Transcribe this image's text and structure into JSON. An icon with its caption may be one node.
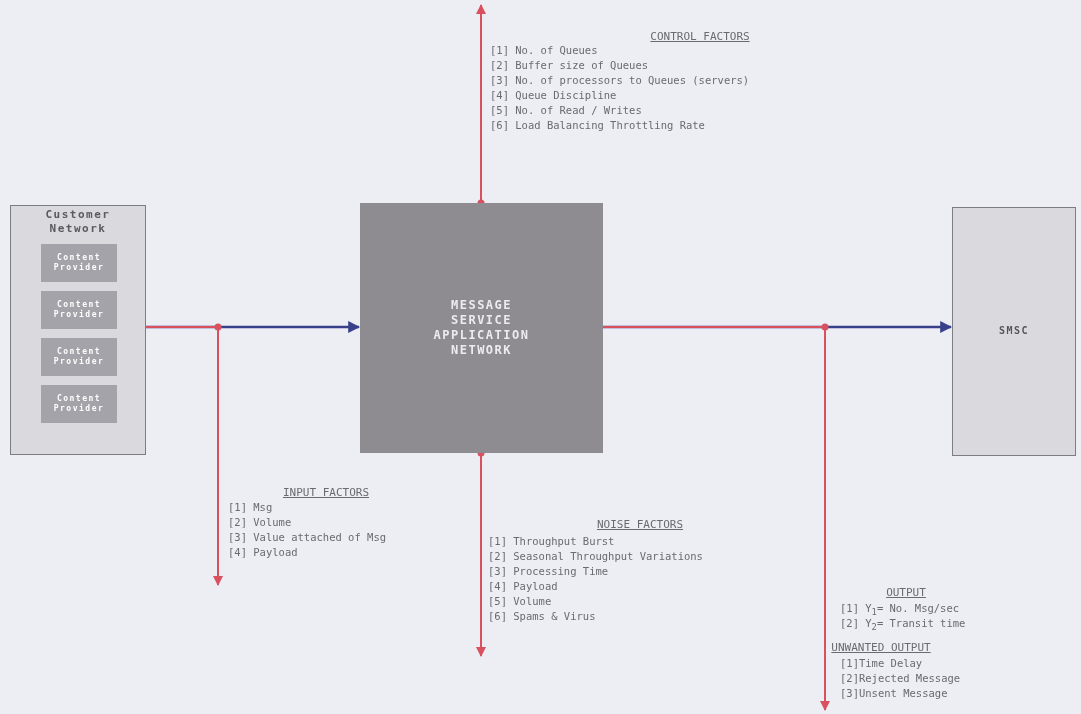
{
  "diagram": {
    "nodes": [
      {
        "text": [
          "Customer Network"
        ]
      },
      {
        "text": [
          "Content Provider"
        ],
        "in": 0
      },
      {
        "text": [
          "Content Provider"
        ],
        "in": 0
      },
      {
        "text": [
          "Content Provider"
        ],
        "in": 0
      },
      {
        "text": [
          "Content Provider"
        ],
        "in": 0
      },
      {
        "text": [
          "MESSAGE SERVICE APPLICATION NETWORK"
        ]
      },
      {
        "text": [
          "SMSC"
        ]
      }
    ],
    "edges": [
      {
        "from": 0,
        "to": 5,
        "arrow": "to",
        "color": "#39408a"
      },
      {
        "from": 5,
        "to": 6,
        "arrow": "to",
        "color": "#39408a"
      },
      {
        "from": 5,
        "to": null,
        "arrow": "to"
      },
      {
        "from": 0,
        "to": null,
        "arrow": "to"
      },
      {
        "from": 5,
        "to": null,
        "arrow": "to"
      },
      {
        "from": 5,
        "to": null,
        "arrow": "to"
      }
    ],
    "labels": [
      "CONTROL FACTORS",
      "[1] No. of Queues",
      "[2] Buffer size of Queues",
      "[3] No. of processors to Queues (servers)",
      "[4] Queue Discipline",
      "[5] No. of Read / Writes",
      "[6] Load Balancing Throttling Rate",
      "INPUT FACTORS",
      "[1] Msg",
      "[2] Volume",
      "[3] Value attached of Msg",
      "[4] Payload",
      "NOISE FACTORS",
      "[1] Throughput Burst",
      "[2] Seasonal Throughput Variations",
      "[3] Processing Time",
      "[4] Payload",
      "[5] Volume",
      "[6] Spams & Virus",
      "OUTPUT",
      "[1] Y$_{1}$= No. Msg/sec",
      "[2] Y$_{2}$= Transit time",
      "UNWANTED OUTPUT",
      "[1]Time Delay",
      "[2]Rejected Message",
      "[3]Unsent Message"
    ]
  }
}
